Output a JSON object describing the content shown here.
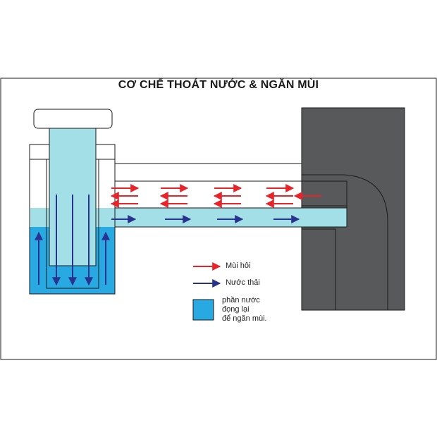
{
  "title": "CƠ CHẾ THOÁT NƯỚC & NGĂN MÙI",
  "legend": {
    "odor_label": "Mùi hôi",
    "water_label": "Nước thải",
    "trap_water_lines": [
      "phần nước",
      "đọng lại",
      "để ngăn mùi."
    ]
  },
  "colors": {
    "odor_arrow": "#e8242a",
    "water_arrow": "#28338f",
    "trap_water": "#29a9e1",
    "light_water": "#a3dfe6",
    "outline": "#1a1a1a",
    "wall": "#58595b"
  },
  "icons": [
    "red-arrow-icon",
    "blue-arrow-icon",
    "water-swatch-icon"
  ]
}
